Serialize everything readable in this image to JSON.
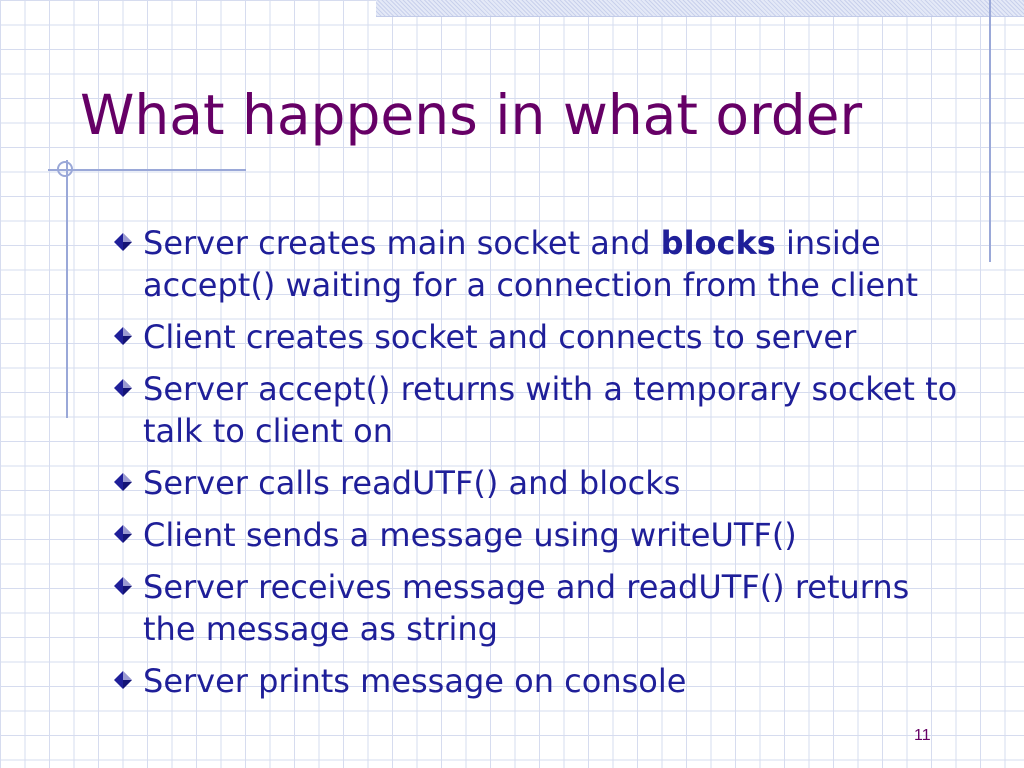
{
  "slide": {
    "title": "What happens in what order",
    "page_number": "11",
    "bullets": [
      {
        "before": "Server creates main socket and ",
        "bold": "blocks",
        "after": " inside accept() waiting for a connection from the client"
      },
      {
        "before": "Client creates socket and connects to server",
        "bold": "",
        "after": ""
      },
      {
        "before": "Server accept() returns with a temporary socket to talk to client on",
        "bold": "",
        "after": ""
      },
      {
        "before": "Server calls readUTF() and blocks",
        "bold": "",
        "after": ""
      },
      {
        "before": "Client sends a message using writeUTF()",
        "bold": "",
        "after": ""
      },
      {
        "before": "Server receives message and readUTF() returns the message as string",
        "bold": "",
        "after": ""
      },
      {
        "before": "Server prints message on console",
        "bold": "",
        "after": ""
      }
    ]
  },
  "style": {
    "title_color": "#660066",
    "body_color": "#1f1f99",
    "bullet_icon": "diamond-bullet-icon",
    "accent": "#9aa8d8"
  }
}
